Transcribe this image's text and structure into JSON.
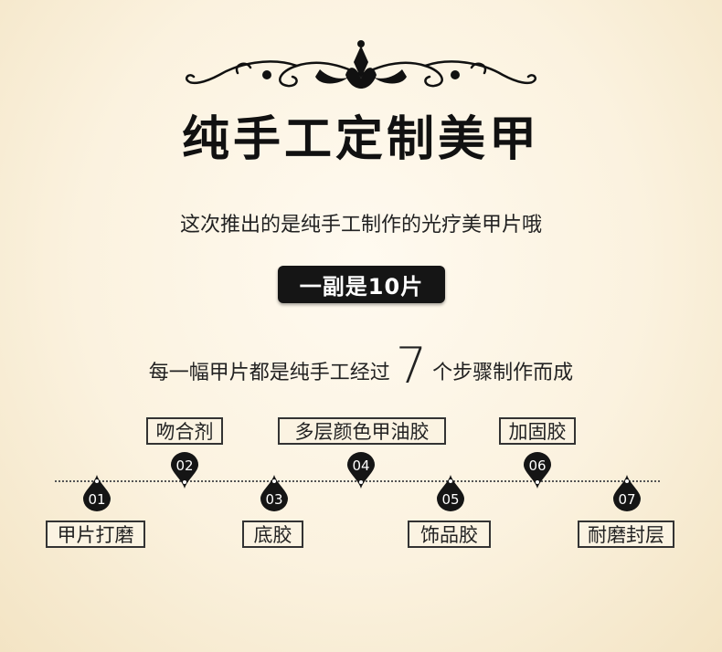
{
  "title": "纯手工定制美甲",
  "intro": "这次推出的是纯手工制作的光疗美甲片哦",
  "badge": "一副是10片",
  "steps_line": {
    "before": "每一幅甲片都是纯手工经过",
    "count": "7",
    "after": "个步骤制作而成"
  },
  "steps": [
    {
      "num": "01",
      "label": "甲片打磨"
    },
    {
      "num": "02",
      "label": "吻合剂"
    },
    {
      "num": "03",
      "label": "底胶"
    },
    {
      "num": "04",
      "label": "多层颜色甲油胶"
    },
    {
      "num": "05",
      "label": "饰品胶"
    },
    {
      "num": "06",
      "label": "加固胶"
    },
    {
      "num": "07",
      "label": "耐磨封层"
    }
  ],
  "colors": {
    "background": "#fbf2df",
    "dark": "#151515"
  }
}
